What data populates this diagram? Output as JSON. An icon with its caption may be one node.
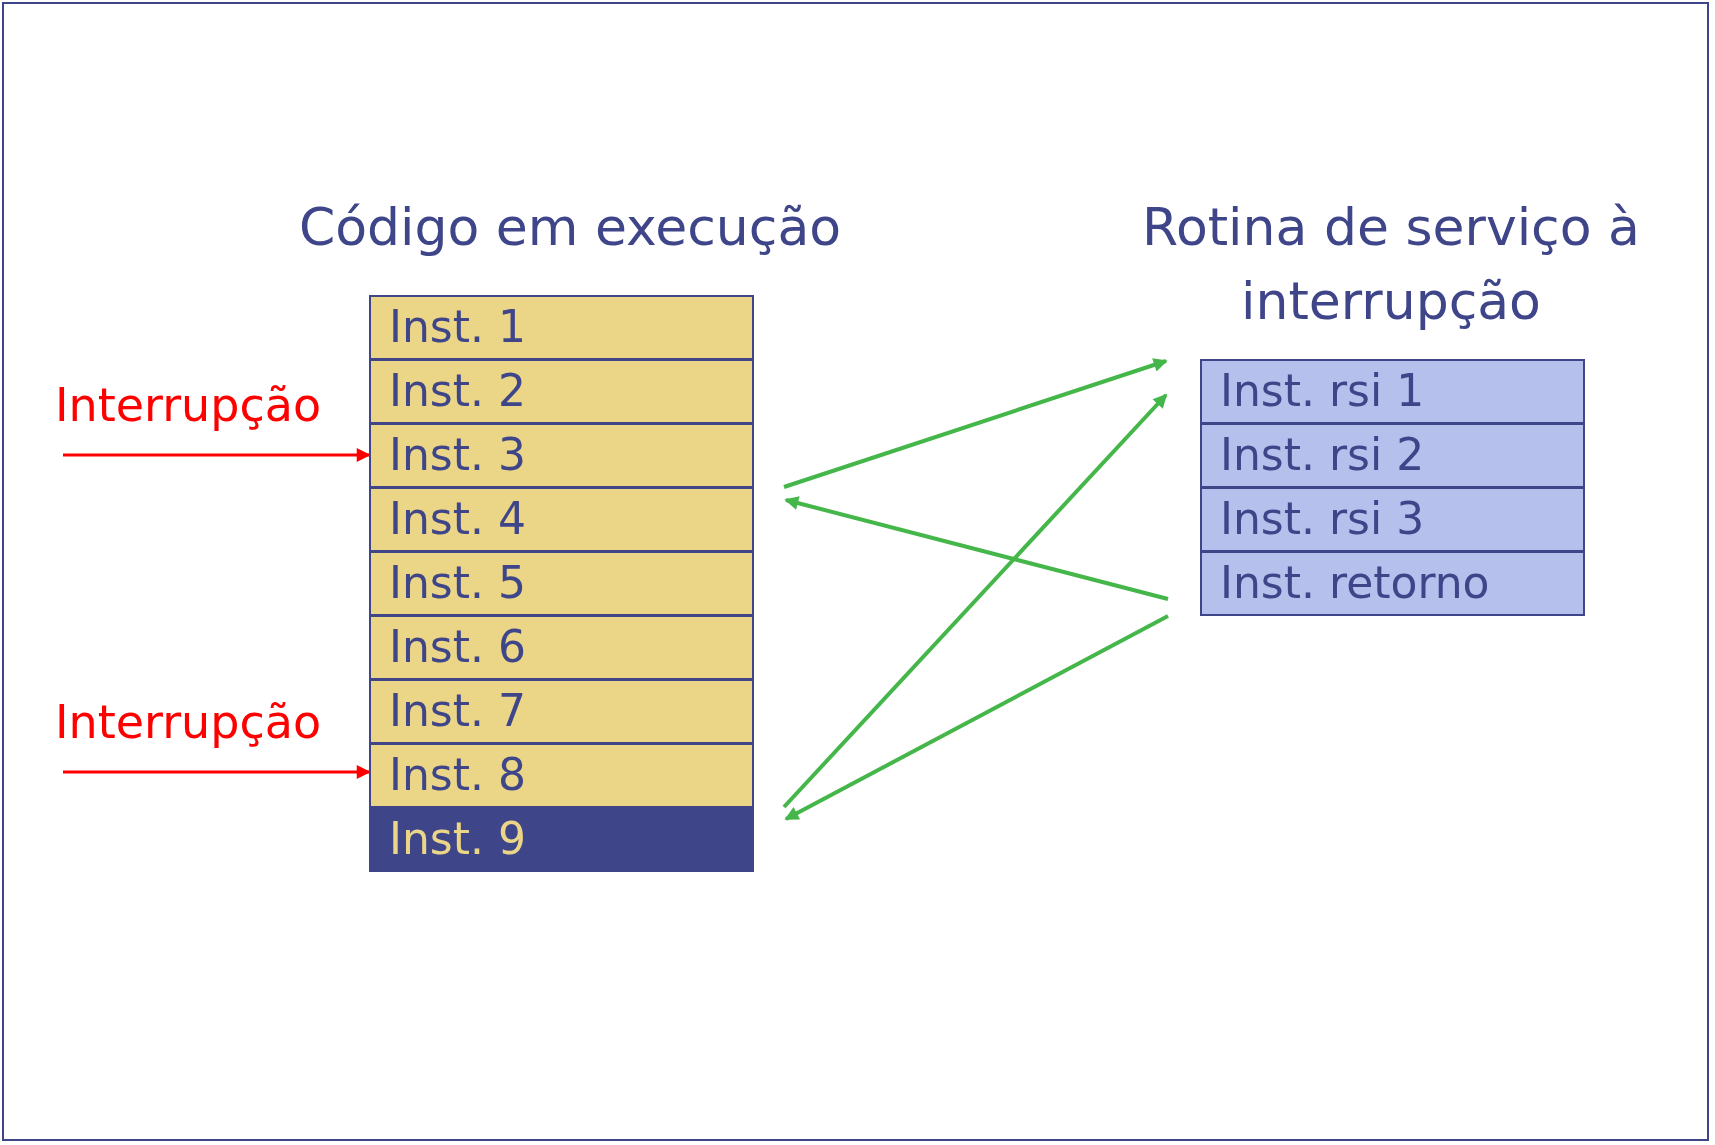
{
  "diagram": {
    "nodes": [
      {
        "text": [
          "Código em execução"
        ]
      },
      {
        "text": [
          "Inst. 1"
        ],
        "in": 0
      },
      {
        "text": [
          "Inst. 2"
        ],
        "in": 0
      },
      {
        "text": [
          "Inst. 3"
        ],
        "in": 0
      },
      {
        "text": [
          "Inst. 4"
        ],
        "in": 0
      },
      {
        "text": [
          "Inst. 5"
        ],
        "in": 0
      },
      {
        "text": [
          "Inst. 6"
        ],
        "in": 0
      },
      {
        "text": [
          "Inst. 7"
        ],
        "in": 0
      },
      {
        "text": [
          "Inst. 8"
        ],
        "in": 0
      },
      {
        "text": [
          "Inst. 9"
        ],
        "in": 0
      },
      {
        "text": [
          "Rotina de serviço à interrupção"
        ]
      },
      {
        "text": [
          "Inst. rsi 1"
        ],
        "in": 10
      },
      {
        "text": [
          "Inst. rsi 2"
        ],
        "in": 10
      },
      {
        "text": [
          "Inst. rsi 3"
        ],
        "in": 10
      },
      {
        "text": [
          "Inst. retorno"
        ],
        "in": 10
      },
      {
        "text": [
          "Interrupção"
        ]
      },
      {
        "text": [
          "Interrupção"
        ]
      }
    ],
    "edges": [
      {
        "from": 15,
        "to": 3,
        "arrow": "to",
        "color": "#ff0000"
      },
      {
        "from": 16,
        "to": 8,
        "arrow": "to",
        "color": "#ff0000"
      },
      {
        "from": 3,
        "to": 11,
        "arrow": "to"
      },
      {
        "from": 14,
        "to": 4,
        "arrow": "to"
      },
      {
        "from": 8,
        "to": 11,
        "arrow": "to"
      },
      {
        "from": 14,
        "to": 9,
        "arrow": "to"
      }
    ]
  }
}
